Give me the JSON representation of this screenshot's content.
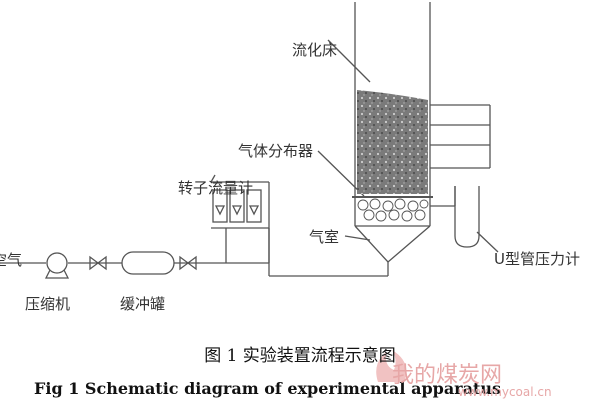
{
  "labels": {
    "fluidized_bed": "流化床",
    "gas_distributor": "气体分布器",
    "rotameter": "转子流量计",
    "gas_chamber": "气室",
    "air": "空气",
    "compressor": "压缩机",
    "buffer_tank": "缓冲罐",
    "u_tube_manometer": "U型管压力计"
  },
  "caption": {
    "cn": "图 1   实验装置流程示意图",
    "en": "Fig 1    Schematic diagram of experimental apparatus"
  },
  "watermark": {
    "text": "我的煤炭网",
    "url": "www.mycoal.cn"
  },
  "colors": {
    "line": "#555555",
    "bed_fill": "#6a6a6a",
    "watermark": "#e7a7a7"
  }
}
